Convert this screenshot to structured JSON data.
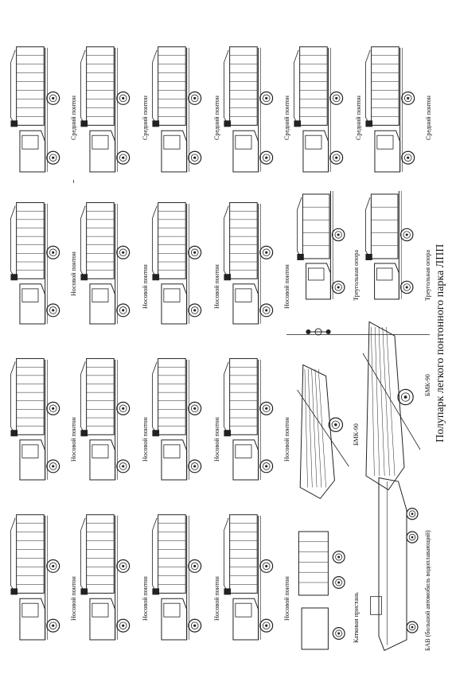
{
  "title": "Полупарк легкого понтонного парка ЛПП",
  "captions": {
    "r1": "Средний понтон",
    "r2": "Носовой понтон",
    "r3": "Носовой понтон",
    "r4": "Носовой понтон",
    "tri1": "Треугольная опора",
    "tri2": "Треугольная опора",
    "bmk1": "БМК-90",
    "bmk2": "БМК-90",
    "katok": "Катковая пристань",
    "bav": "БАВ (большой автомобиль водоплавающий)"
  },
  "colors": {
    "ink": "#222222",
    "paper": "#ffffff"
  }
}
